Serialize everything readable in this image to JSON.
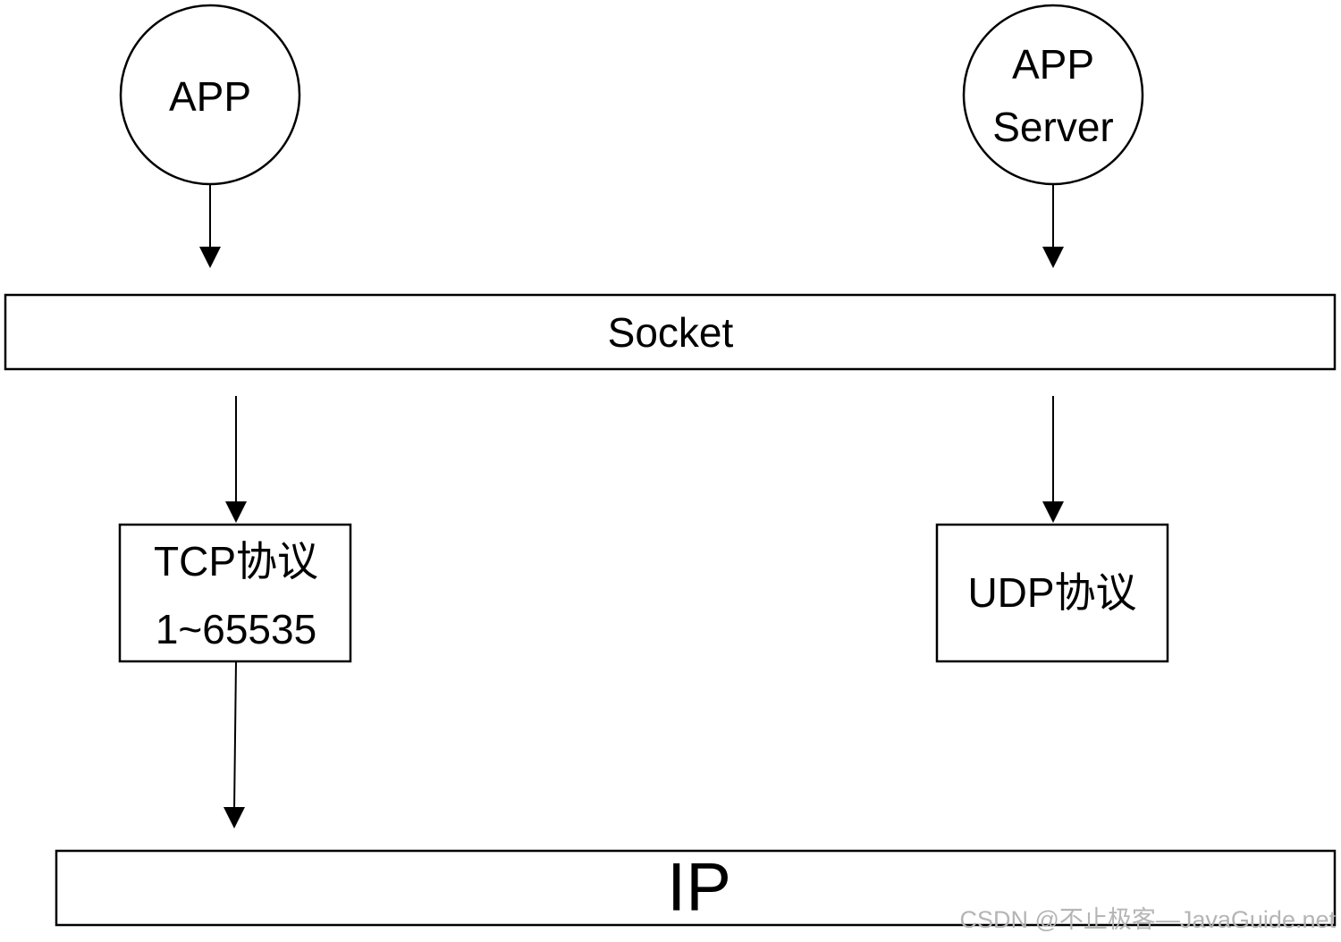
{
  "nodes": {
    "app": {
      "label": "APP"
    },
    "app_server": {
      "label_line1": "APP",
      "label_line2": "Server"
    },
    "socket": {
      "label": "Socket"
    },
    "tcp": {
      "label_line1": "TCP协议",
      "label_line2": "1~65535"
    },
    "udp": {
      "label": "UDP协议"
    },
    "ip": {
      "label": "IP"
    }
  },
  "watermark": "CSDN @不止极客—JavaGuide.net",
  "colors": {
    "stroke": "#000000",
    "background": "#ffffff",
    "watermark": "#b5b5b5"
  }
}
